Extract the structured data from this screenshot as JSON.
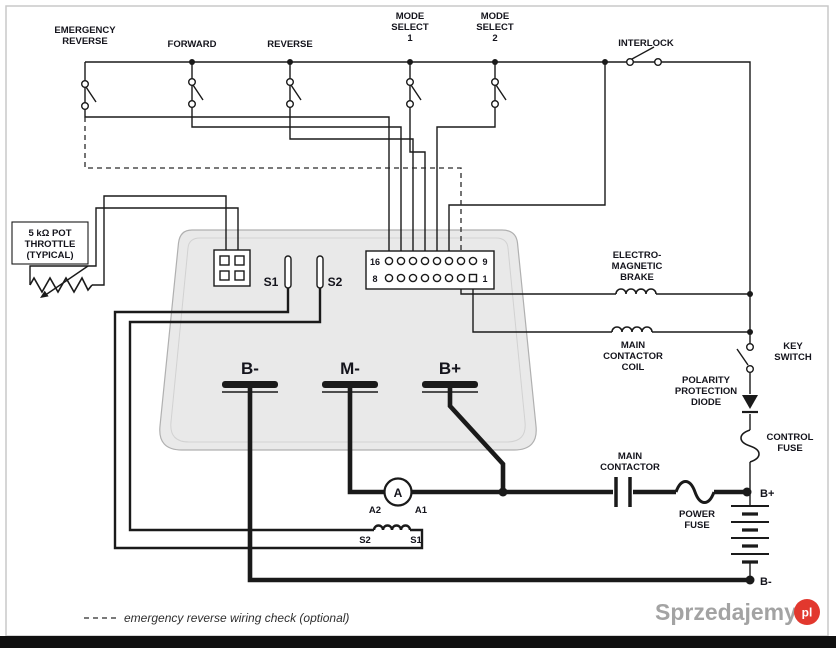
{
  "page": {
    "line_color": "#1a1a1a",
    "controller_fill": "#e9e9e9",
    "accent_red": "#e2382e"
  },
  "top_switches": {
    "emergency_reverse": [
      "EMERGENCY",
      "REVERSE"
    ],
    "forward": "FORWARD",
    "reverse": "REVERSE",
    "mode_select_1": [
      "MODE",
      "SELECT",
      "1"
    ],
    "mode_select_2": [
      "MODE",
      "SELECT",
      "2"
    ],
    "interlock": "INTERLOCK"
  },
  "throttle": {
    "label": [
      "5 kΩ POT",
      "THROTTLE",
      "(TYPICAL)"
    ]
  },
  "controller": {
    "s1": "S1",
    "s2": "S2",
    "pins": {
      "p16": "16",
      "p8": "8",
      "p9": "9",
      "p1": "1"
    },
    "terminals": {
      "b_minus": "B-",
      "m_minus": "M-",
      "b_plus": "B+"
    }
  },
  "right_side": {
    "electromagnetic_brake": [
      "ELECTRO-",
      "MAGNETIC",
      "BRAKE"
    ],
    "main_contactor_coil": [
      "MAIN",
      "CONTACTOR",
      "COIL"
    ],
    "key_switch": [
      "KEY",
      "SWITCH"
    ],
    "polarity_protection_diode": [
      "POLARITY",
      "PROTECTION",
      "DIODE"
    ],
    "control_fuse": [
      "CONTROL",
      "FUSE"
    ],
    "main_contactor": [
      "MAIN",
      "CONTACTOR"
    ],
    "power_fuse": [
      "POWER",
      "FUSE"
    ],
    "battery_positive": "B+",
    "battery_negative": "B-"
  },
  "motor": {
    "armature": "A",
    "a2": "A2",
    "a1": "A1",
    "field_s2": "S2",
    "field_s1": "S1"
  },
  "legend": {
    "text": "emergency reverse wiring check (optional)"
  },
  "watermark": {
    "name": "Sprzedajemy",
    "suffix": "pl"
  }
}
